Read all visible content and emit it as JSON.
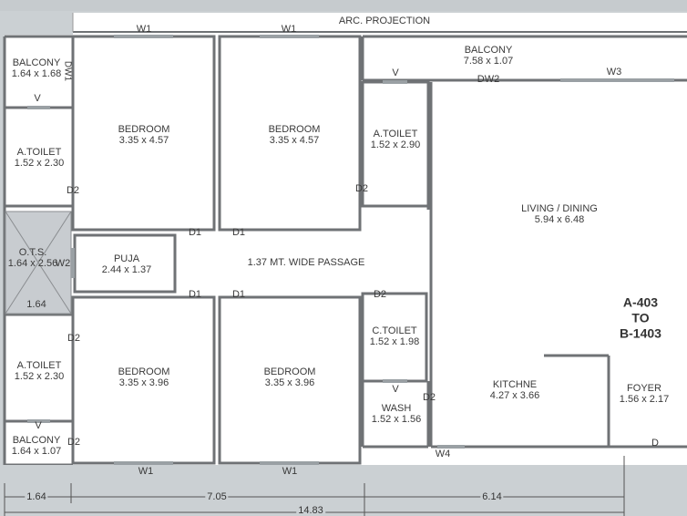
{
  "top_label": "ARC. PROJECTION",
  "unit": {
    "line1": "A-403",
    "line2": "TO",
    "line3": "B-1403"
  },
  "passage": "1.37 MT. WIDE PASSAGE",
  "rooms": {
    "balcony_tl": {
      "name": "BALCONY",
      "dims": "1.64 x 1.68"
    },
    "bedroom_1": {
      "name": "BEDROOM",
      "dims": "3.35 x 4.57"
    },
    "bedroom_2": {
      "name": "BEDROOM",
      "dims": "3.35 x 4.57"
    },
    "balcony_top": {
      "name": "BALCONY",
      "dims": "7.58 x 1.07"
    },
    "atoilet_top": {
      "name": "A.TOILET",
      "dims": "1.52 x 2.90"
    },
    "atoilet_left": {
      "name": "A.TOILET",
      "dims": "1.52 x 2.30"
    },
    "living": {
      "name": "LIVING / DINING",
      "dims": "5.94 x 6.48"
    },
    "ots": {
      "name": "O.T.S.",
      "dims": "1.64 x 2.56"
    },
    "puja": {
      "name": "PUJA",
      "dims": "2.44 x 1.37"
    },
    "ctoilet": {
      "name": "C.TOILET",
      "dims": "1.52 x 1.98"
    },
    "atoilet_bl": {
      "name": "A.TOILET",
      "dims": "1.52 x 2.30"
    },
    "bedroom_3": {
      "name": "BEDROOM",
      "dims": "3.35 x 3.96"
    },
    "bedroom_4": {
      "name": "BEDROOM",
      "dims": "3.35 x 3.96"
    },
    "kitchen": {
      "name": "KITCHNE",
      "dims": "4.27 x 3.66"
    },
    "foyer": {
      "name": "FOYER",
      "dims": "1.56 x 2.17"
    },
    "wash": {
      "name": "WASH",
      "dims": "1.52 x 1.56"
    },
    "balcony_bl": {
      "name": "BALCONY",
      "dims": "1.64 x 1.07"
    }
  },
  "openings": {
    "w1": "W1",
    "w2": "W2",
    "w3": "W3",
    "w4": "W4",
    "d": "D",
    "d1": "D1",
    "d2": "D2",
    "dw1": "DW1",
    "dw2": "DW2",
    "v": "V"
  },
  "ots_width": "1.64",
  "dimensions": {
    "d1": "1.64",
    "d2": "7.05",
    "d3": "6.14",
    "total": "14.83"
  }
}
